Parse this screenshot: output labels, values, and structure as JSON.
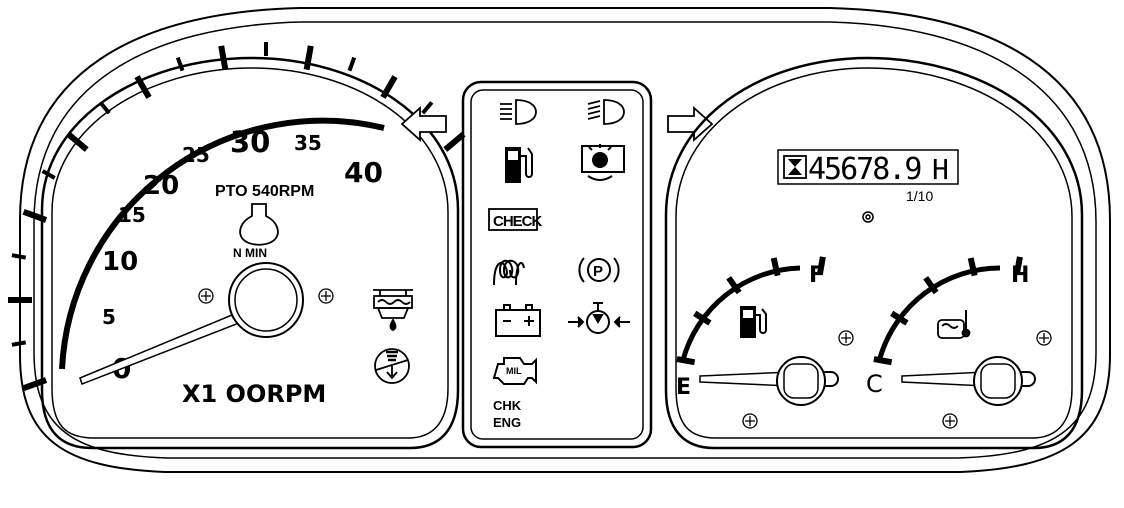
{
  "tachometer": {
    "scale_labels": [
      "0",
      "5",
      "10",
      "15",
      "20",
      "25",
      "30",
      "35",
      "40"
    ],
    "pto_label": "PTO 540RPM",
    "n_min_label": "N MIN",
    "unit_label": "X1 OORPM",
    "needle_value": 0
  },
  "indicators": {
    "check_label": "CHECK",
    "mil_label": "MIL",
    "chk_eng_line1": "CHK",
    "chk_eng_line2": "ENG",
    "icons": [
      "low-beam-icon",
      "high-beam-icon",
      "low-fuel-icon",
      "brake-warning-icon",
      "check-icon",
      "glow-plug-icon",
      "parking-brake-icon",
      "battery-icon",
      "oil-pressure-icon",
      "check-engine-icon"
    ]
  },
  "hourmeter": {
    "value": "45678.9",
    "unit": "H",
    "resolution": "1/10"
  },
  "fuel_gauge": {
    "empty_label": "E",
    "full_label": "F",
    "level": 0
  },
  "temp_gauge": {
    "cold_label": "C",
    "hot_label": "H",
    "level": 0
  }
}
